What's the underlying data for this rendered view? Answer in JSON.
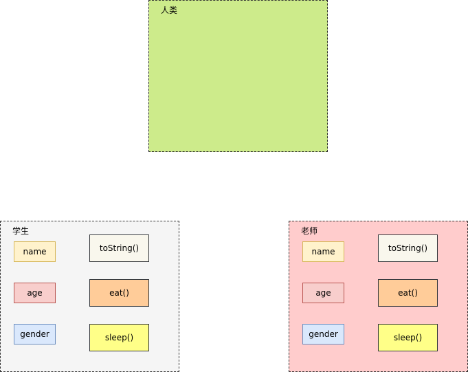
{
  "colors": {
    "human_fill": "#cdeb8b",
    "student_fill": "#f5f5f5",
    "teacher_fill": "#ffcccc",
    "name_fill": "#fff2cc",
    "name_stroke": "#d6b656",
    "age_fill": "#f8cecc",
    "age_stroke": "#b85450",
    "gender_fill": "#dae8fc",
    "gender_stroke": "#6c8ebf",
    "tostring_fill": "#f9f7ed",
    "tostring_stroke": "#36393d",
    "eat_fill": "#ffcc99",
    "eat_stroke": "#36393d",
    "sleep_fill": "#ffff88",
    "sleep_stroke": "#36393d"
  },
  "groups": {
    "human": {
      "label": "人类"
    },
    "student": {
      "label": "学生",
      "fields": [
        "name",
        "age",
        "gender"
      ],
      "methods": [
        "toString()",
        "eat()",
        "sleep()"
      ]
    },
    "teacher": {
      "label": "老师",
      "fields": [
        "name",
        "age",
        "gender"
      ],
      "methods": [
        "toString()",
        "eat()",
        "sleep()"
      ]
    }
  }
}
